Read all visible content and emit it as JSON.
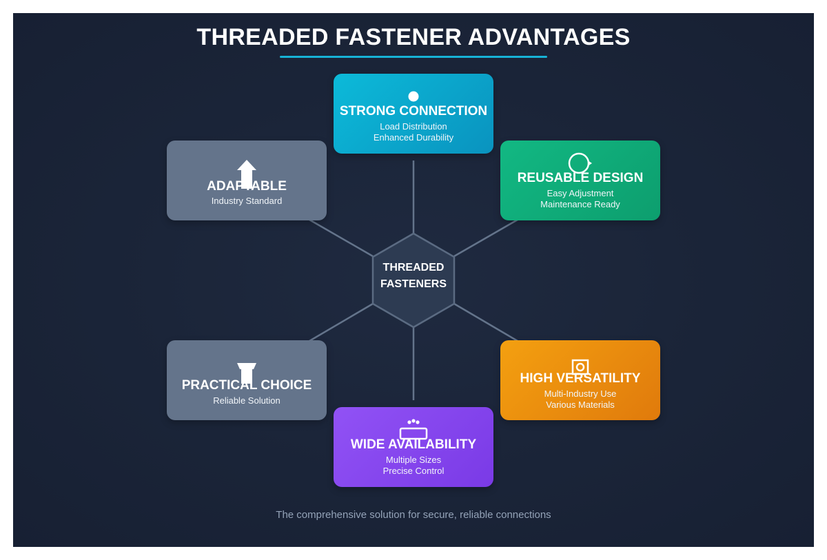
{
  "title": "THREADED FASTENER ADVANTAGES",
  "center": {
    "line1": "THREADED",
    "line2": "FASTENERS"
  },
  "cards": {
    "strong": {
      "title": "STRONG CONNECTION",
      "line1": "Load Distribution",
      "line2": "Enhanced Durability",
      "color": "#0ea5c9",
      "icon": "circle-icon"
    },
    "reusable": {
      "title": "REUSABLE DESIGN",
      "line1": "Easy Adjustment",
      "line2": "Maintenance Ready",
      "color": "#10b07a",
      "icon": "refresh-icon"
    },
    "versatility": {
      "title": "HIGH VERSATILITY",
      "line1": "Multi-Industry Use",
      "line2": "Various Materials",
      "color": "#f08c0f",
      "icon": "nut-icon"
    },
    "availability": {
      "title": "WIDE AVAILABILITY",
      "line1": "Multiple Sizes",
      "line2": "Precise Control",
      "color": "#8b4cf0",
      "icon": "toolbox-icon"
    },
    "practical": {
      "title": "PRACTICAL CHOICE",
      "line1": "Reliable Solution",
      "color": "#64748b",
      "icon": "screw-icon"
    },
    "adaptable": {
      "title": "ADAPTABLE",
      "line1": "Industry Standard",
      "color": "#64748b",
      "icon": "arrow-up-icon"
    }
  },
  "footer": "The comprehensive solution for secure, reliable connections"
}
